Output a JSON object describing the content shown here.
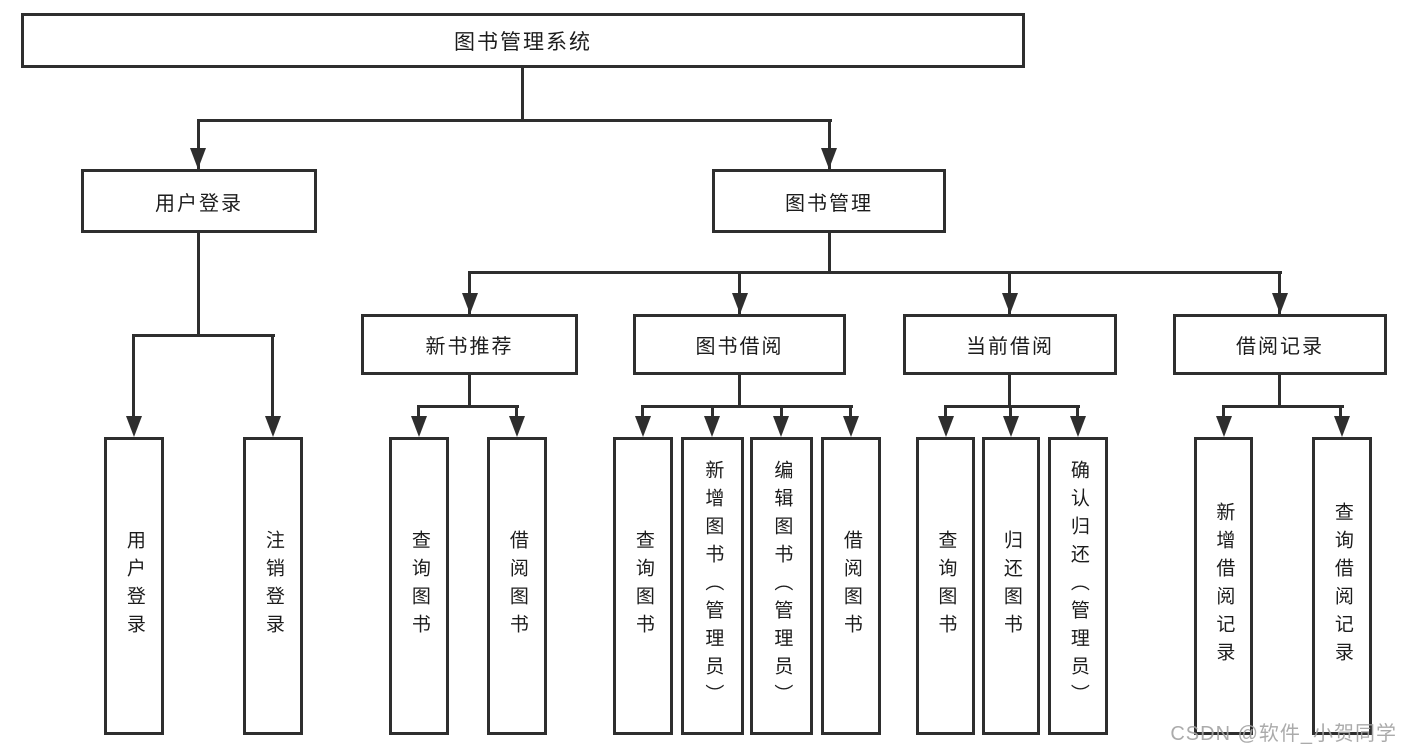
{
  "diagram": {
    "title": "图书管理系统",
    "branches": [
      {
        "label": "用户登录",
        "children": [
          {
            "label": "用户登录"
          },
          {
            "label": "注销登录"
          }
        ]
      },
      {
        "label": "图书管理",
        "children": [
          {
            "label": "新书推荐",
            "children": [
              {
                "label": "查询图书"
              },
              {
                "label": "借阅图书"
              }
            ]
          },
          {
            "label": "图书借阅",
            "children": [
              {
                "label": "查询图书"
              },
              {
                "label": "新增图书（管理员）"
              },
              {
                "label": "编辑图书（管理员）"
              },
              {
                "label": "借阅图书"
              }
            ]
          },
          {
            "label": "当前借阅",
            "children": [
              {
                "label": "查询图书"
              },
              {
                "label": "归还图书"
              },
              {
                "label": "确认归还（管理员）"
              }
            ]
          },
          {
            "label": "借阅记录",
            "children": [
              {
                "label": "新增借阅记录"
              },
              {
                "label": "查询借阅记录"
              }
            ]
          }
        ]
      }
    ]
  },
  "watermark": {
    "text": "CSDN @软件_小贺同学"
  },
  "colors": {
    "line": "#2e2e2e",
    "text": "#1c1c1c",
    "watermark": "#a3a3a3",
    "background": "#ffffff"
  }
}
